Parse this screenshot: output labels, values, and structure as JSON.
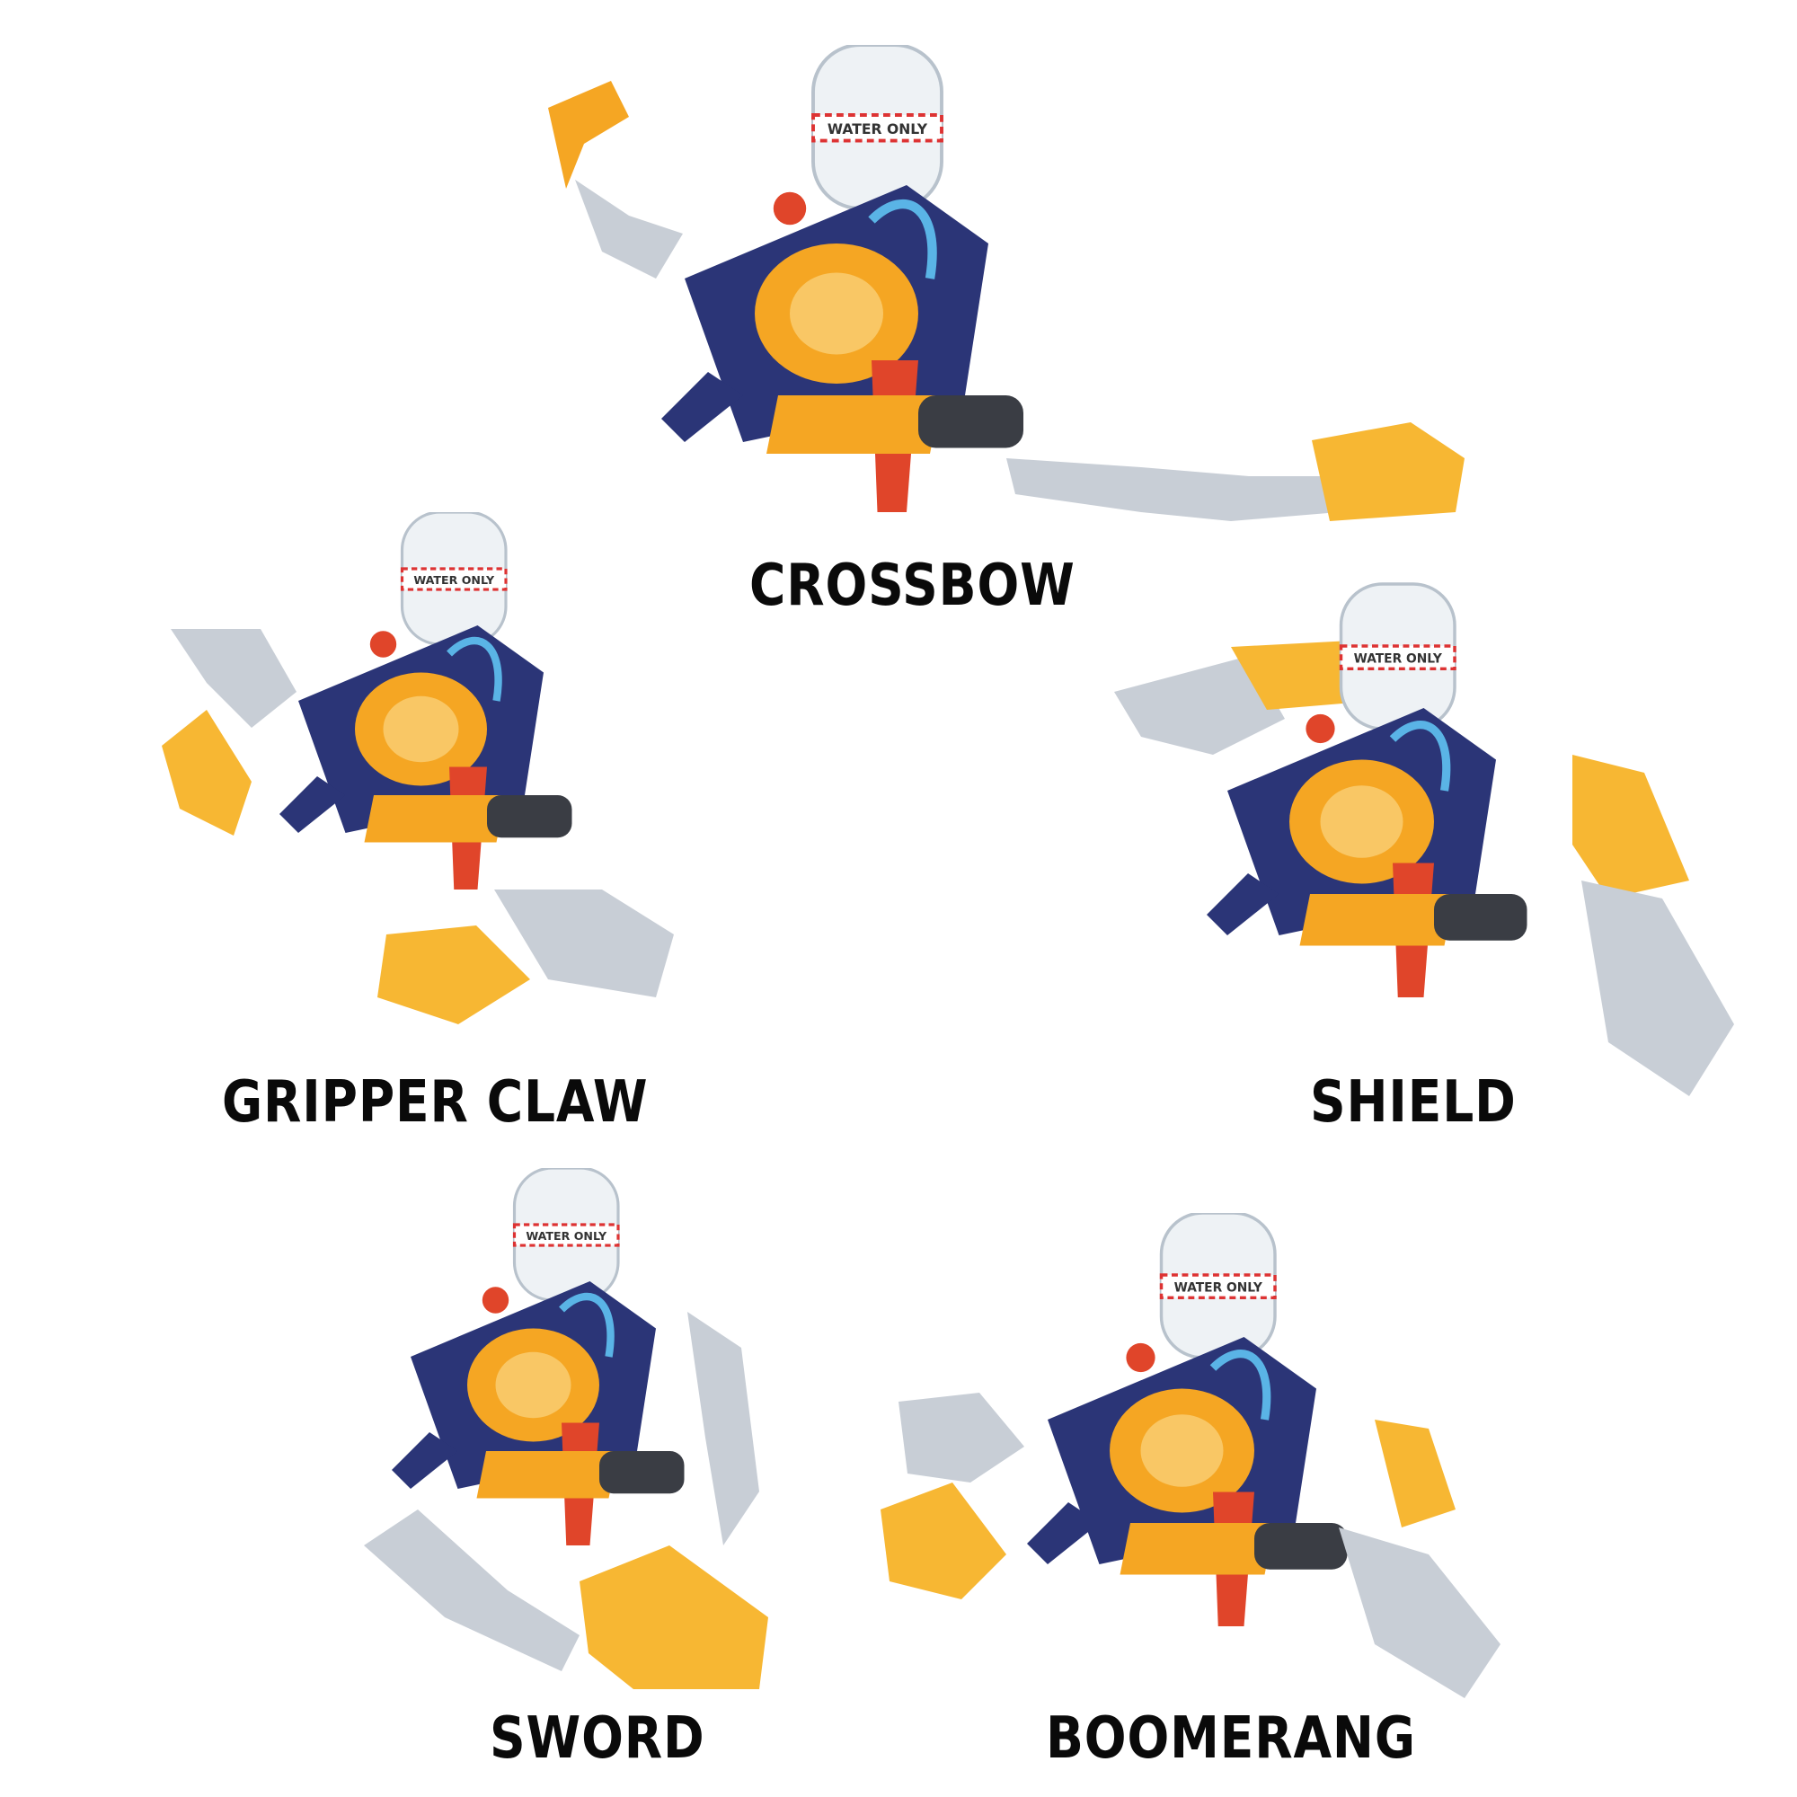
{
  "configurations": [
    {
      "label": "CROSSBOW"
    },
    {
      "label": "GRIPPER CLAW"
    },
    {
      "label": "SHIELD"
    },
    {
      "label": "SWORD"
    },
    {
      "label": "BOOMERANG"
    }
  ],
  "tank_text": "WATER ONLY",
  "colors": {
    "navy": "#2b3577",
    "orange": "#f5a623",
    "yellow": "#f7b733",
    "red": "#e0452a",
    "gray": "#c8ced6",
    "dark": "#3a3d44",
    "blue_tube": "#5ab4e6"
  }
}
